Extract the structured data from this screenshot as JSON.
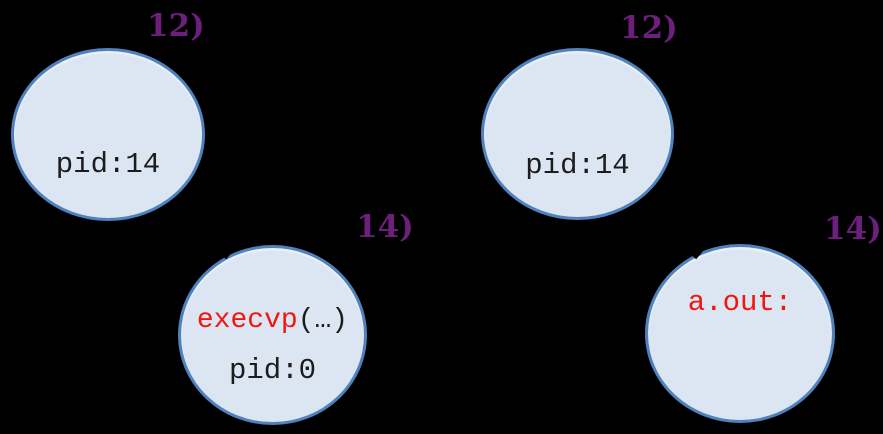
{
  "diagram": "fork-exec process diagram",
  "colors": {
    "background": "#000000",
    "node_fill": "#dce6f2",
    "node_border": "#4f81bd",
    "step_label": "#6d1f7c",
    "highlight_text": "#f2150f",
    "body_text": "#1c1c1c"
  },
  "nodes": {
    "top_left": {
      "step_label": "12)",
      "line1": "pid:14"
    },
    "top_right": {
      "step_label": "12)",
      "line1": "pid:14"
    },
    "bottom_left": {
      "step_label": "14)",
      "line1_highlight": "execvp",
      "line1_rest": "(…)",
      "line2": "pid:0"
    },
    "bottom_right": {
      "step_label": "14)",
      "line1_highlight": "a.out:"
    }
  }
}
